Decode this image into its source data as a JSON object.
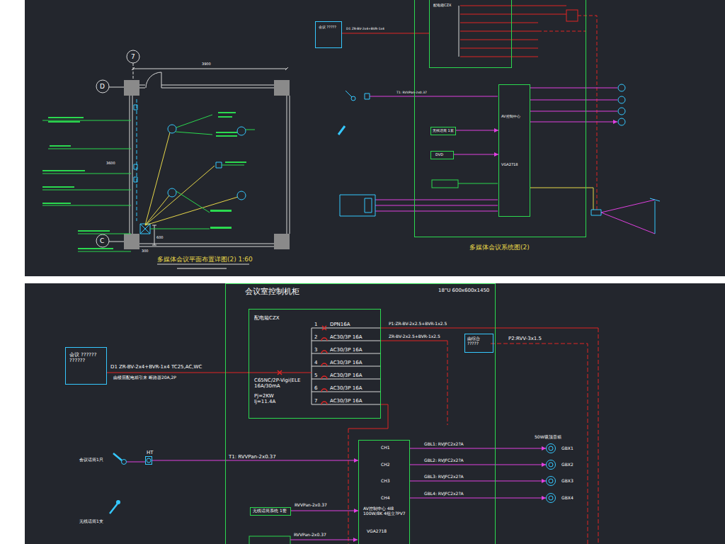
{
  "diagram": {
    "nodes": [
      {
        "text": [
          "多媒体会议系统图(2)"
        ]
      },
      {
        "text": [
          "配电箱CZX"
        ],
        "in": 0
      },
      {
        "text": [
          "AV控制中心",
          "VGA2718"
        ],
        "in": 0
      },
      {
        "text": [
          "无线话筒 1套"
        ],
        "in": 0
      },
      {
        "text": [
          "DVD"
        ],
        "in": 0
      },
      {
        "text": [
          "会议 ?????"
        ]
      },
      {
        "text": [
          "会议室控制机柜",
          "18\"U 600x600x1450"
        ]
      },
      {
        "text": [
          "配电箱CZX",
          "C65NC/2P-Vigi(ELE 16A/30mA",
          "Pj=2KW Ij=11.4A"
        ],
        "in": 6
      },
      {
        "text": [
          "会议 ?????? ??????"
        ]
      },
      {
        "text": [
          "由综合 ?????"
        ],
        "in": 6
      },
      {
        "text": [
          "HT"
        ]
      },
      {
        "text": [
          "CH1",
          "CH2",
          "CH3",
          "CH4",
          "AV控制中心 4I8 100W/8K 4组立?PV7",
          "VGA2718"
        ],
        "in": 6
      },
      {
        "text": [
          "无线话筒系统 1套"
        ],
        "in": 6
      },
      {
        "text": [
          "GBX1"
        ]
      },
      {
        "text": [
          "GBX2"
        ]
      },
      {
        "text": [
          "GBX3"
        ]
      },
      {
        "text": [
          "GBX4"
        ]
      }
    ],
    "edges": [
      {
        "from": 5,
        "to": 1,
        "arrow": "none",
        "label": "D1 ZR-BV-2x4+BVR-1x4"
      },
      {
        "from": 3,
        "to": 2,
        "arrow": "to"
      },
      {
        "from": 4,
        "to": 2,
        "arrow": "to"
      },
      {
        "from": 8,
        "to": 7,
        "arrow": "none",
        "label": "D1 ZR-BV-2x4+BVR-1x4 TC25,AC,WC"
      },
      {
        "from": 10,
        "to": 11,
        "arrow": "to",
        "label": "T1: RVVPan-2x0.37"
      },
      {
        "from": 12,
        "to": 11,
        "arrow": "to",
        "label": "RVVPan-2x0.37"
      },
      {
        "from": 11,
        "to": 13,
        "arrow": "to",
        "label": "GBL1: RVJFC2x2?A"
      },
      {
        "from": 11,
        "to": 14,
        "arrow": "to",
        "label": "GBL2: RVJFC2x2?A"
      },
      {
        "from": 11,
        "to": 15,
        "arrow": "to",
        "label": "GBL3: RVJFC2x2?A"
      },
      {
        "from": 11,
        "to": 16,
        "arrow": "to",
        "label": "GBL4: RVJFC2x2?A"
      }
    ],
    "labels": [
      "7",
      "D",
      "C",
      "3900",
      "3600",
      "600",
      "300",
      "多媒体会议平面布置详图(2) 1:60",
      "T1: RVVPan-2x0.37",
      "DPN16A",
      "1",
      "2",
      "3",
      "4",
      "5",
      "6",
      "7",
      "AC30/3P 16A",
      "AC30/3P 16A",
      "AC30/3P 16A",
      "AC30/3P 16A",
      "AC30/3P 16A",
      "AC30/3P 16A",
      "P1:ZR-BV-2x2.5+BVR-1x2.5",
      "ZR-BV-2x2.5+BVR-1x2.5",
      "P2:RVV-3x1.5",
      "由楼层配电箱引来 断路器20A,2P",
      "会议话筒1只",
      "无线话筒1支",
      "50W吸顶音箱",
      "RVVPan-2x0.37"
    ]
  }
}
